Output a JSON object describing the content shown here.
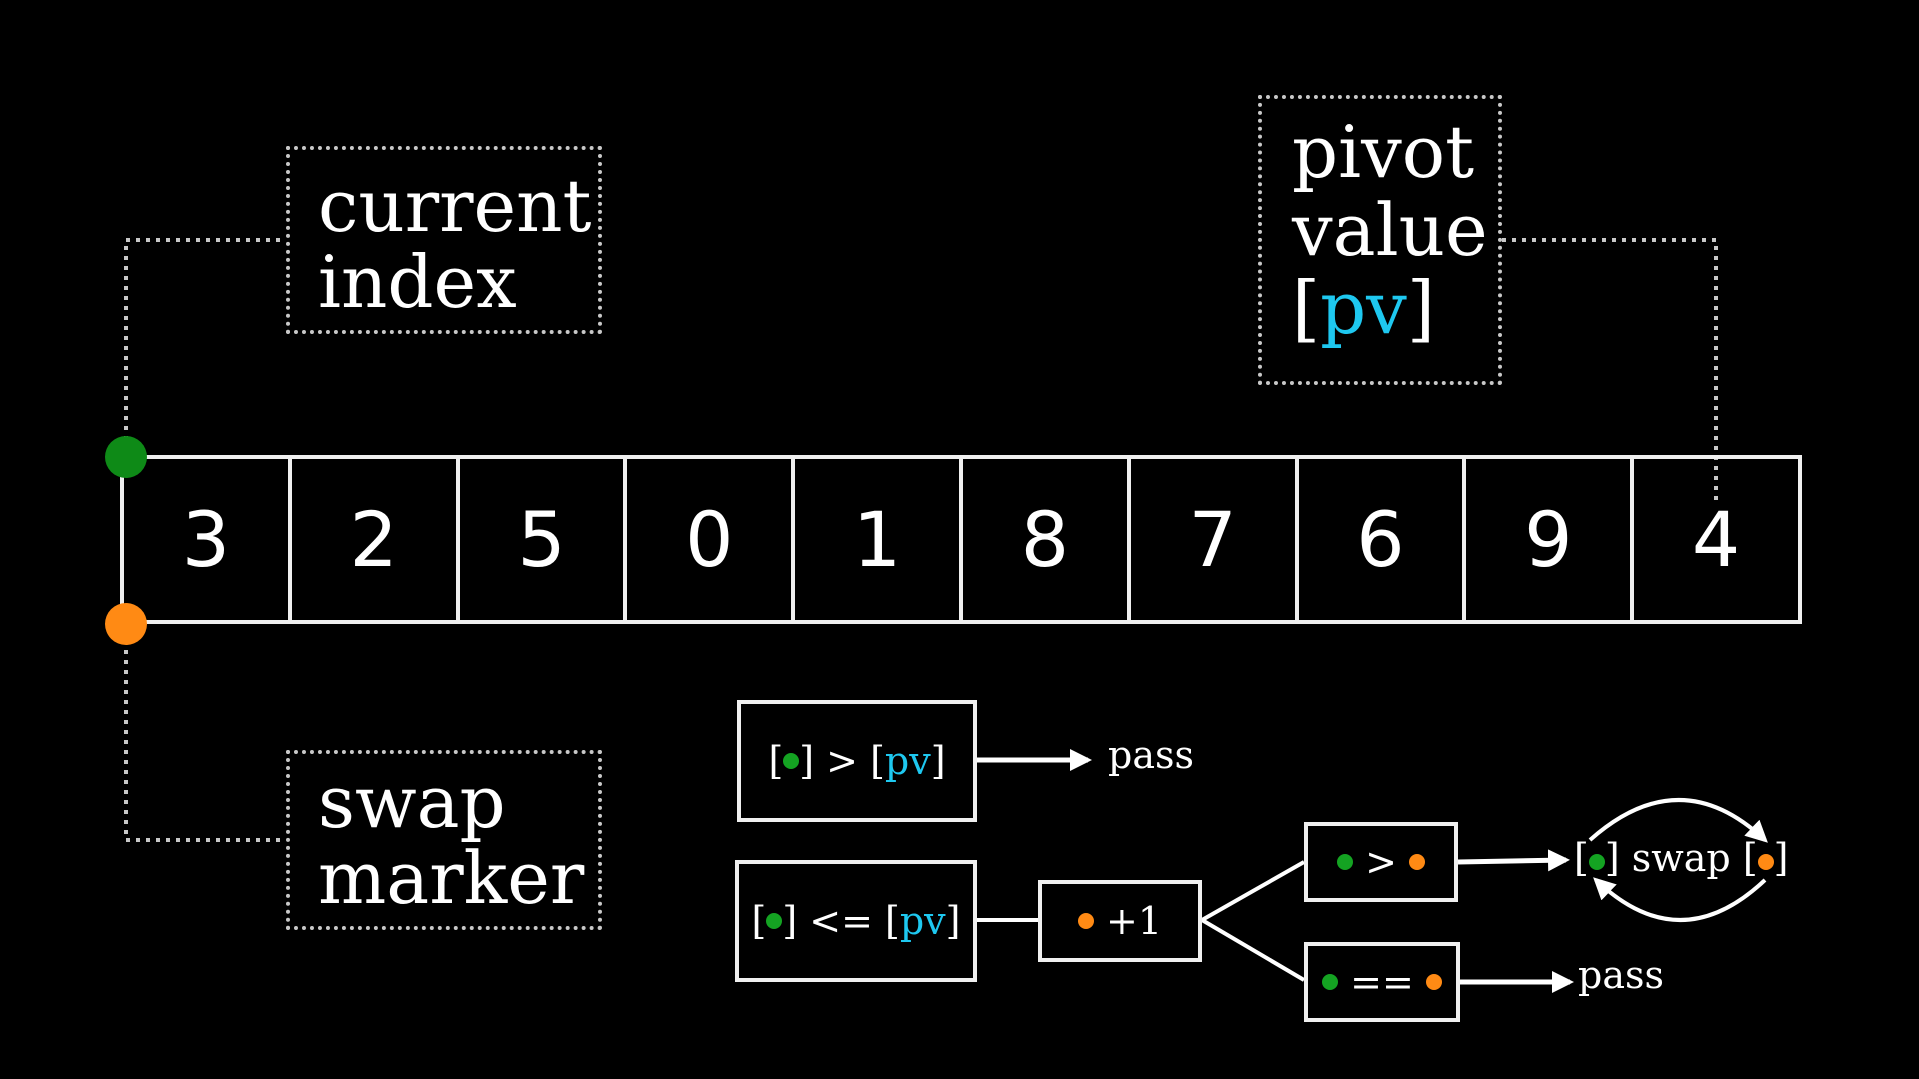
{
  "labels": {
    "current_index": "current\nindex",
    "swap_marker": "swap\nmarker",
    "pivot_line1": "pivot",
    "pivot_line2": "value",
    "pivot_bracket_open": "[",
    "pivot_abbrev": "pv",
    "pivot_bracket_close": "]"
  },
  "array": {
    "values": [
      "3",
      "2",
      "5",
      "0",
      "1",
      "8",
      "7",
      "6",
      "9"
    ],
    "pivot": "4"
  },
  "rules": {
    "greater": {
      "open": "[",
      "close": "] > [",
      "pv": "pv",
      "end": "]",
      "result": "pass"
    },
    "less_equal": {
      "open": "[",
      "close": "] <= [",
      "pv": "pv",
      "end": "]"
    },
    "increment": "+1",
    "compare_gt": ">",
    "compare_eq": "==",
    "swap": {
      "open": "[",
      "middle": "] swap [",
      "close": "]"
    },
    "eq_result": "pass"
  },
  "colors": {
    "background": "#000000",
    "accent": "#1ec8f0",
    "current_index_marker": "#0e8a17",
    "swap_marker": "#ff8a14",
    "lines": "#f0f0f0",
    "dotted": "#c8c8c8"
  }
}
